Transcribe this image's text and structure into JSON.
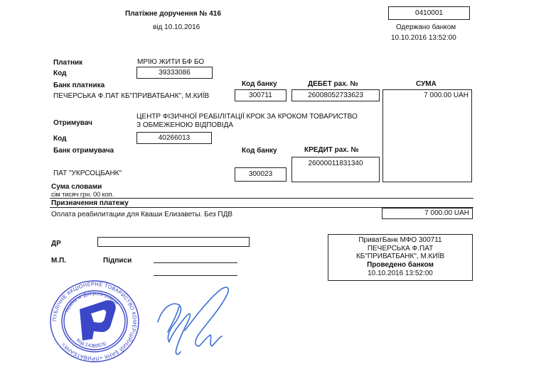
{
  "header": {
    "title": "Платіжне доручення  № 416",
    "date": "від 10.10.2016",
    "doc_code": "0410001",
    "received_label": "Одержано банком",
    "received_datetime": "10.10.2016 13:52:00"
  },
  "payer": {
    "label": "Платник",
    "name": "МРІЮ ЖИТИ БФ БО",
    "code_label": "Код",
    "code": "39333086",
    "bank_label": "Банк платника",
    "bank_name": "ПЕЧЕРСЬКА Ф.ПАТ КБ\"ПРИВАТБАНК\", М.КИЇВ",
    "bank_code_label": "Код банку",
    "bank_code": "300711",
    "debit_label": "ДЕБЕТ рах. №",
    "debit_account": "26008052733623"
  },
  "amount": {
    "label": "СУМА",
    "value": "7 000.00 UAH"
  },
  "recipient": {
    "label": "Отримувач",
    "name_line1": "ЦЕНТР ФІЗИЧНОЇ РЕАБІЛІТАЦІЇ КРОК ЗА КРОКОМ ТОВАРИСТВО",
    "name_line2": "З ОБМЕЖЕНОЮ ВІДПОВІДА",
    "code_label": "Код",
    "code": "40266013",
    "bank_label": "Банк отримувача",
    "bank_code_label": "Код банку",
    "credit_label": "КРЕДИТ рах. №",
    "credit_account": "26000011831340",
    "bank_name": "ПАТ \"УКРСОЦБАНК\"",
    "bank_code": "300023"
  },
  "sum_words": {
    "label": "Сума словами",
    "value": "сім тисяч грн. 00 коп."
  },
  "purpose": {
    "label": "Призначення платежу",
    "text": "Оплата реабилитации для Кваши Елизаветы. Без ПДВ",
    "amount": "7 000.00 UAH"
  },
  "footer": {
    "dr_label": "ДР",
    "mp_label": "М.П.",
    "signatures_label": "Підписи"
  },
  "bank_stamp": {
    "line1": "ПриватБанк     МФО     300711",
    "line2": "ПЕЧЕРСЬКА Ф.ПАТ",
    "line3": "КБ\"ПРИВАТБАНК\", М.КИЇВ",
    "line4": "Проведено банком",
    "line5": "10.10.2016 13:52:00"
  },
  "seal": {
    "outer_text": "ПУБЛІЧНЕ АКЦІОНЕРНЕ ТОВАРИСТВО КОМЕРЦІЙНИЙ БАНК «ПРИВАТБАНК»",
    "inner_text": "Україна м. Дніпропетровськ",
    "code_text": "Код 14360570",
    "color": "#3b47c8"
  },
  "signature": {
    "color": "#3d6fd6"
  }
}
